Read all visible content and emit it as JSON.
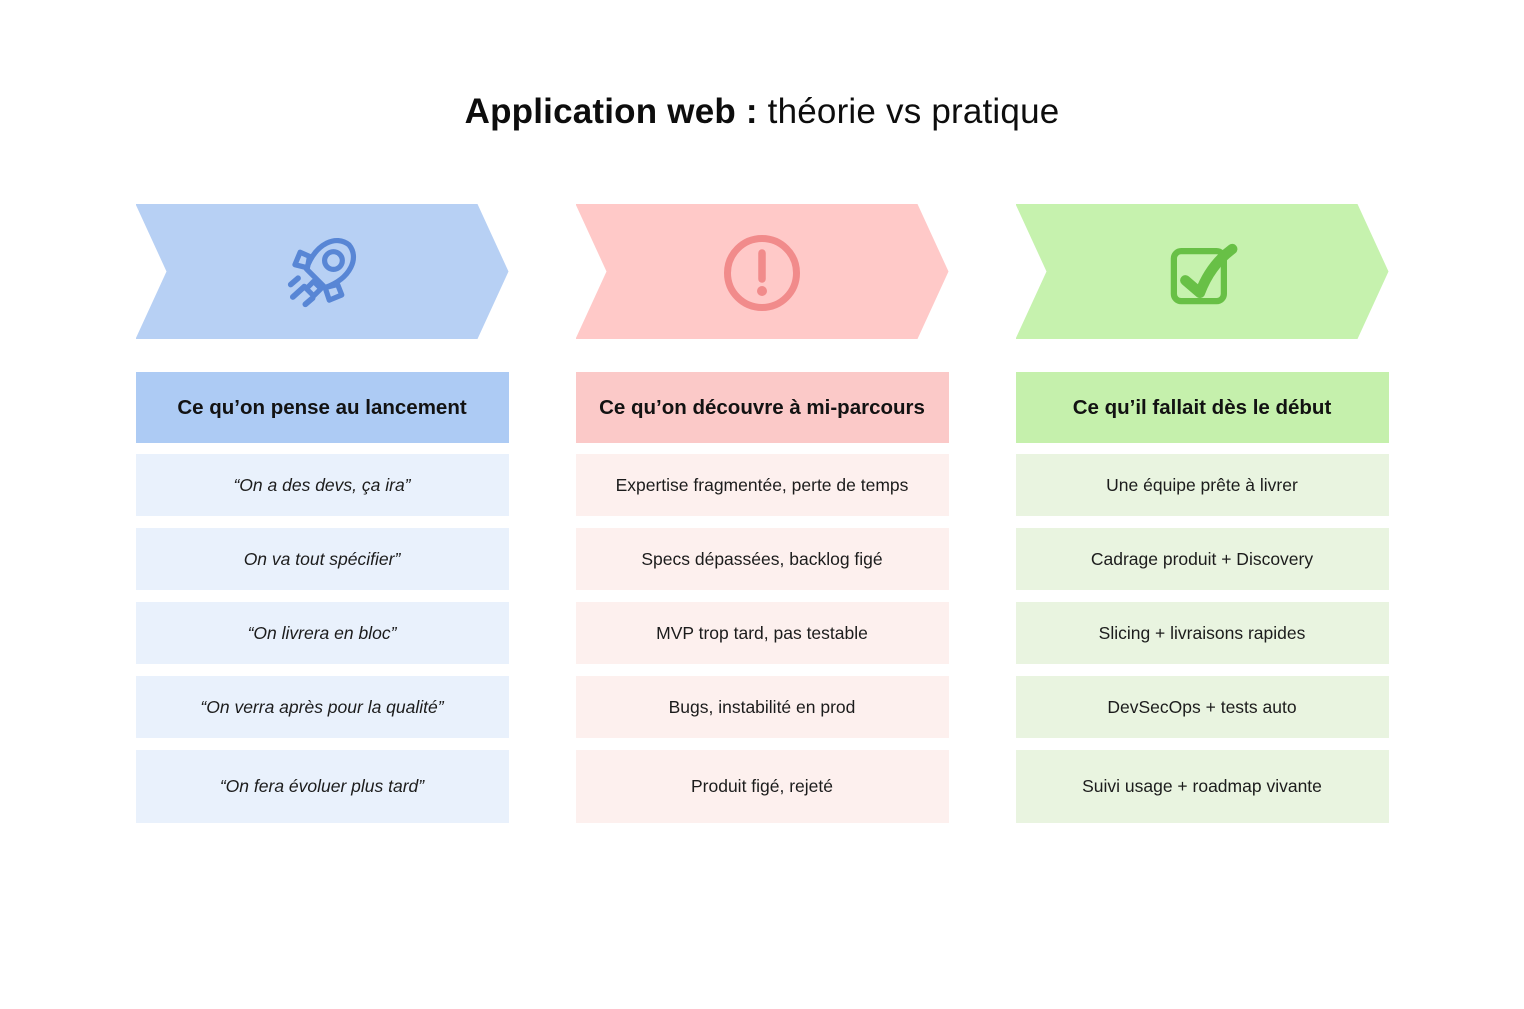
{
  "title": {
    "bold": "Application web :",
    "regular": "théorie vs pratique"
  },
  "columns": [
    {
      "name": "launch-assumptions",
      "icon": "rocket-icon",
      "header": "Ce qu’on pense au lancement",
      "items": [
        "“On a des devs, ça ira”",
        "On va tout spécifier”",
        "“On livrera en bloc”",
        "“On verra après pour la qualité”",
        "“On fera évoluer plus tard”"
      ],
      "colors": {
        "arrow_bg": "#b7d0f4",
        "icon": "#5886d5",
        "header_bg": "#adcbf4",
        "item_bg": "#e9f1fc"
      }
    },
    {
      "name": "midway-discoveries",
      "icon": "alert-icon",
      "header": "Ce qu’on découvre à mi-parcours",
      "items": [
        "Expertise fragmentée, perte de temps",
        "Specs dépassées, backlog figé",
        "MVP trop tard, pas testable",
        "Bugs, instabilité en prod",
        "Produit figé, rejeté"
      ],
      "colors": {
        "arrow_bg": "#ffc9c8",
        "icon": "#f18b8b",
        "header_bg": "#fbc9c8",
        "item_bg": "#fdf0ee"
      }
    },
    {
      "name": "needed-from-start",
      "icon": "checkbox-icon",
      "header": "Ce qu’il fallait dès le début",
      "items": [
        "Une équipe prête à livrer",
        "Cadrage produit + Discovery",
        "Slicing + livraisons rapides",
        "DevSecOps + tests auto",
        "Suivi usage + roadmap vivante"
      ],
      "colors": {
        "arrow_bg": "#c6f2ae",
        "icon": "#68c046",
        "header_bg": "#c5f0ac",
        "item_bg": "#e9f4e0"
      }
    }
  ]
}
